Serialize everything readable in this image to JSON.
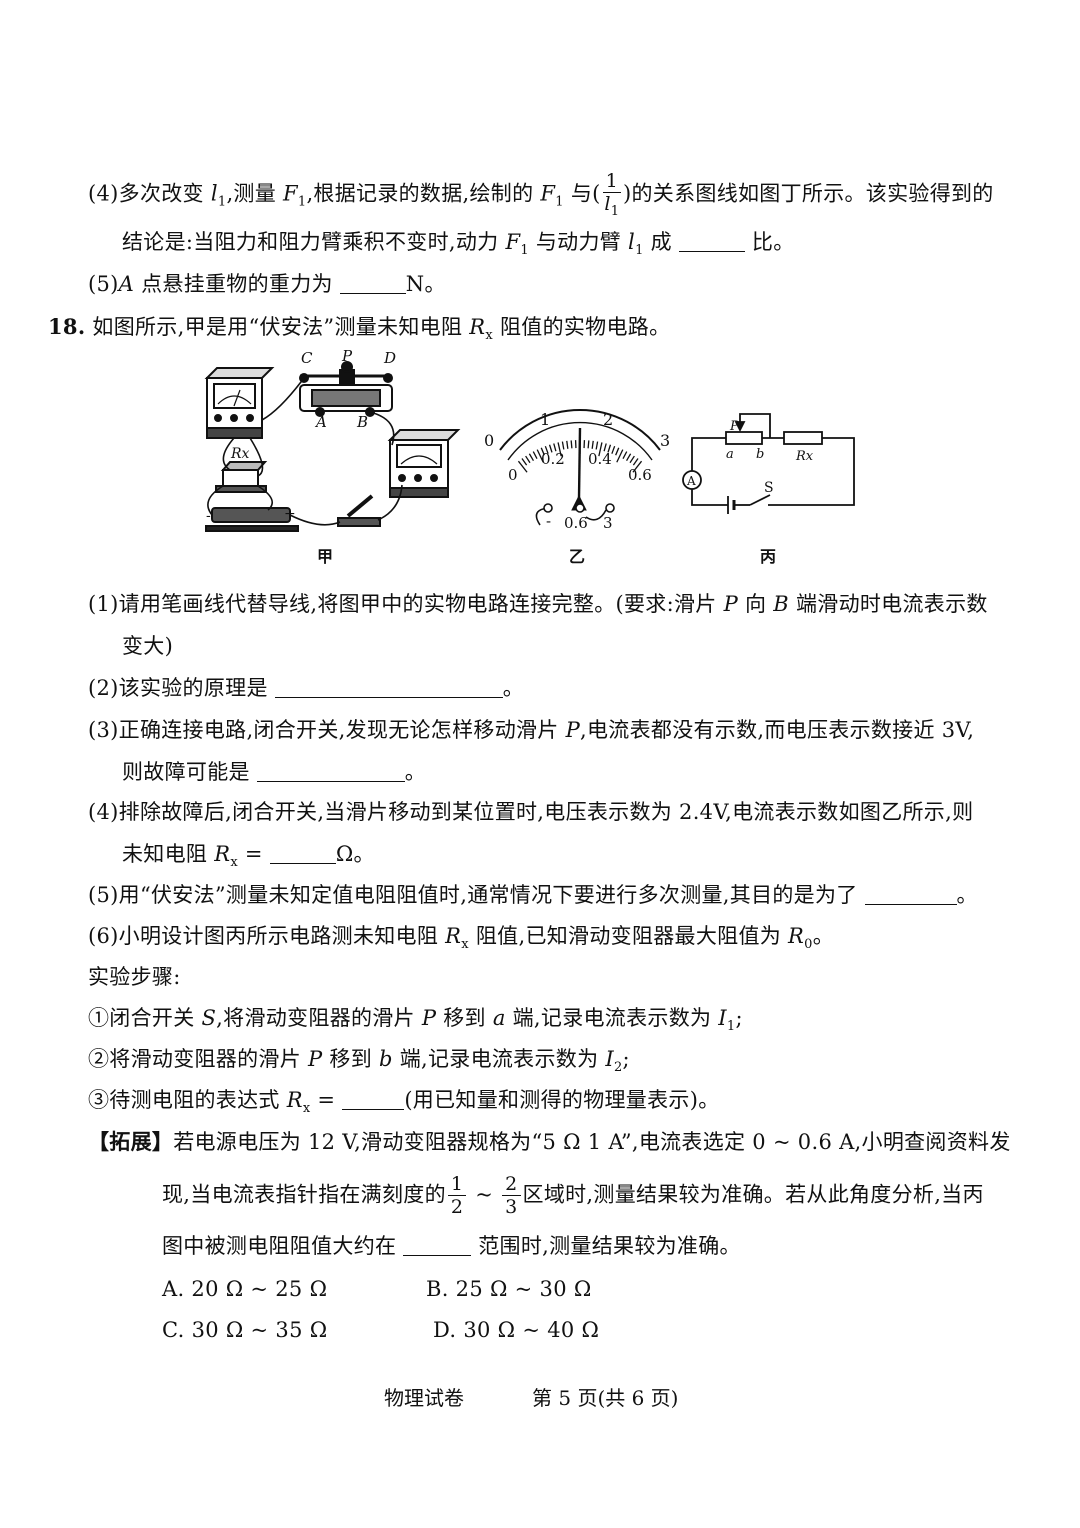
{
  "q17": {
    "p4_a": "(4)多次改变 ",
    "p4_b": ",测量 ",
    "p4_c": ",根据记录的数据,绘制的 ",
    "p4_d": " 与(",
    "p4_e": ")的关系图线如图丁所示。该实验得到的",
    "p4_line2_a": "结论是:当阻力和阻力臂乘积不变时,动力 ",
    "p4_line2_b": " 与动力臂 ",
    "p4_line2_c": " 成 ",
    "p4_line2_d": " 比。",
    "p5_a": "(5)",
    "p5_b": " 点悬挂重物的重力为 ",
    "p5_c": "N。",
    "var_l1": "l",
    "var_F1": "F",
    "sub1": "1",
    "frac_num": "1",
    "var_A": "A"
  },
  "q18": {
    "intro_a": "18.",
    "intro_b": " 如图所示,甲是用“伏安法”测量未知电阻 ",
    "intro_c": " 阻值的实物电路。",
    "var_R": "R",
    "sub_x": "x",
    "figure": {
      "captions": [
        "甲",
        "乙",
        "丙"
      ],
      "rheostat_labels": [
        "C",
        "P",
        "D",
        "A",
        "B"
      ],
      "resistor_label": "Rx",
      "ammeter_top_scale": [
        "0",
        "1",
        "2",
        "3"
      ],
      "ammeter_bottom_scale": [
        "0",
        "0.2",
        "0.4",
        "0.6"
      ],
      "terminals": [
        "-",
        "0.6",
        "3"
      ],
      "circuit_labels": [
        "P",
        "a",
        "b",
        "Rx",
        "A",
        "S"
      ],
      "battery_plus": "+",
      "battery_minus": "-"
    },
    "s1_a": "(1)请用笔画线代替导线,将图甲中的实物电路连接完整。(要求:滑片 ",
    "s1_b": " 向 ",
    "s1_c": " 端滑动时电流表示数",
    "s1_line2": "变大)",
    "s2": "(2)该实验的原理是 ",
    "s2_end": "。",
    "s3_a": "(3)正确连接电路,闭合开关,发现无论怎样移动滑片 ",
    "s3_b": ",电流表都没有示数,而电压表示数接近 3V,",
    "s3_line2": "则故障可能是 ",
    "s3_end": "。",
    "s4_a": "(4)排除故障后,闭合开关,当滑片移动到某位置时,电压表示数为 2.4V,电流表示数如图乙所示,则",
    "s4_line2_a": "未知电阻 ",
    "s4_line2_b": " = ",
    "s4_line2_c": "Ω。",
    "s5_a": "(5)用“伏安法”测量未知定值电阻阻值时,通常情况下要进行多次测量,其目的是为了 ",
    "s5_end": "。",
    "s6_a": "(6)小明设计图丙所示电路测未知电阻 ",
    "s6_b": " 阻值,已知滑动变阻器最大阻值为 ",
    "s6_c": "。",
    "R0_sub": "0",
    "steps_title": "实验步骤:",
    "step1_a": "①闭合开关 ",
    "step1_b": ",将滑动变阻器的滑片 ",
    "step1_c": " 移到 ",
    "step1_d": " 端,记录电流表示数为 ",
    "step1_e": ";",
    "step2_a": "②将滑动变阻器的滑片 ",
    "step2_b": " 移到 ",
    "step2_c": " 端,记录电流表示数为 ",
    "step2_d": ";",
    "step3_a": "③待测电阻的表达式 ",
    "step3_b": " = ",
    "step3_c": "(用已知量和测得的物理量表示)。",
    "var_S": "S",
    "var_P": "P",
    "var_B": "B",
    "var_a": "a",
    "var_b": "b",
    "var_I": "I",
    "sub_1": "1",
    "sub_2": "2",
    "ext_tag": "【拓展】",
    "ext_line1": "若电源电压为 12 V,滑动变阻器规格为“5 Ω 1 A”,电流表选定 0 ~ 0.6 A,小明查阅资料发",
    "ext_line2_a": "现,当电流表指针指在满刻度的",
    "ext_frac1_n": "1",
    "ext_frac1_d": "2",
    "ext_tilde": " ~ ",
    "ext_frac2_n": "2",
    "ext_frac2_d": "3",
    "ext_line2_b": "区域时,测量结果较为准确。若从此角度分析,当丙",
    "ext_line3_a": "图中被测电阻阻值大约在 ",
    "ext_line3_b": " 范围时,测量结果较为准确。",
    "options": [
      "A. 20 Ω ~ 25 Ω",
      "B. 25 Ω ~ 30 Ω",
      "C. 30 Ω ~ 35 Ω",
      "D. 30 Ω ~ 40 Ω"
    ]
  },
  "footer": {
    "subject": "物理试卷",
    "page": "第 5 页(共 6 页)"
  }
}
